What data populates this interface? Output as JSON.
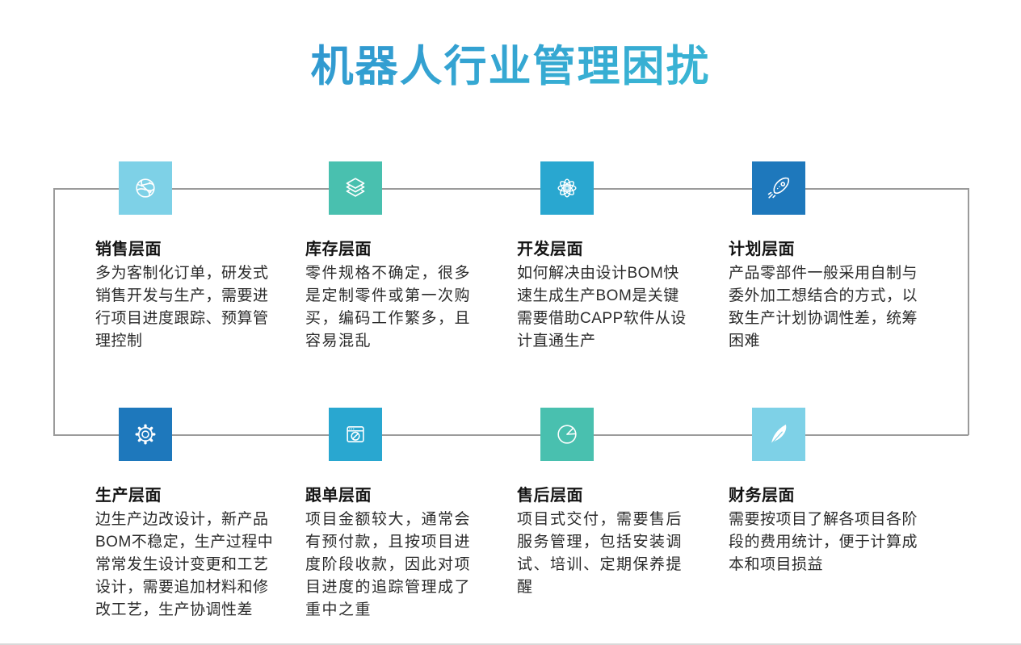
{
  "title": "机器人行业管理困扰",
  "colors": {
    "title_gradient_top": "#2B87CE",
    "title_gradient_bottom": "#3FC6D6",
    "tile_light_blue": "#7ED1E7",
    "tile_teal": "#49C0AF",
    "tile_cyan": "#29A7D0",
    "tile_dark_blue": "#1E78BC",
    "connector_gray": "#9B9B9B"
  },
  "items": [
    {
      "title": "销售层面",
      "icon": "network-globe-icon",
      "tile_color": "#7ED1E7",
      "body": "多为客制化订单，研发式\n销售开发与生产，需要进\n行项目进度跟踪、预算管\n理控制"
    },
    {
      "title": "库存层面",
      "icon": "layers-icon",
      "tile_color": "#49C0AF",
      "body": "零件规格不确定，很多\n是定制零件或第一次购\n买，编码工作繁多，且\n容易混乱"
    },
    {
      "title": "开发层面",
      "icon": "atom-icon",
      "tile_color": "#29A7D0",
      "body": "如何解决由设计BOM快\n速生成生产BOM是关键\n需要借助CAPP软件从设\n计直通生产"
    },
    {
      "title": "计划层面",
      "icon": "rocket-icon",
      "tile_color": "#1E78BC",
      "body": "产品零部件一般采用自制与\n委外加工想结合的方式，以\n致生产计划协调性差，统筹\n困难"
    },
    {
      "title": "生产层面",
      "icon": "gear-icon",
      "tile_color": "#1E78BC",
      "body": "边生产边改设计，新产品\nBOM不稳定，生产过程中\n常常发生设计变更和工艺\n设计，需要追加材料和修\n改工艺，生产协调性差"
    },
    {
      "title": "跟单层面",
      "icon": "browser-compass-icon",
      "tile_color": "#29A7D0",
      "body": "项目金额较大，通常会\n有预付款，且按项目进\n度阶段收款，因此对项\n目进度的追踪管理成了\n重中之重"
    },
    {
      "title": "售后层面",
      "icon": "pie-chart-icon",
      "tile_color": "#49C0AF",
      "body": "项目式交付，需要售后\n服务管理，包括安装调\n试、培训、定期保养提\n醒"
    },
    {
      "title": "财务层面",
      "icon": "feather-icon",
      "tile_color": "#7ED1E7",
      "body": "需要按项目了解各项目各阶\n段的费用统计，便于计算成\n本和项目损益"
    }
  ]
}
